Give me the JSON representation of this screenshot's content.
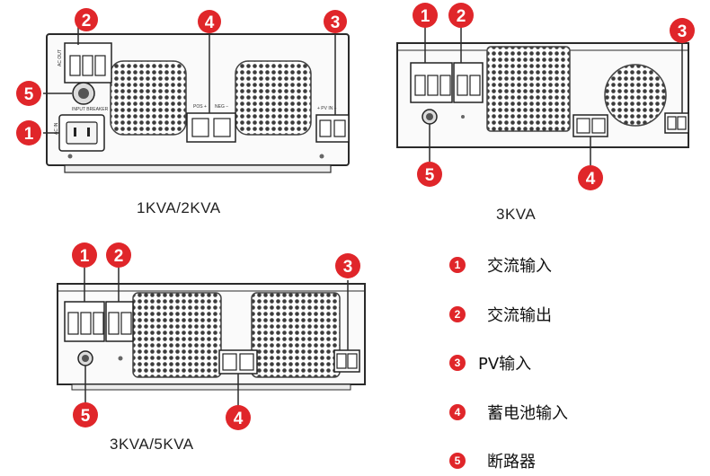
{
  "captions": {
    "panel_1": "1KVA/2KVA",
    "panel_2": "3KVA",
    "panel_3": "3KVA/5KVA"
  },
  "markers": [
    "1",
    "2",
    "3",
    "4",
    "5"
  ],
  "panel_1_text": {
    "ac_out": "AC OUT",
    "input_breaker": "INPUT BREAKER",
    "ac_in": "AC IN",
    "pos": "POS +",
    "neg": "NEG −",
    "pv_in": "+ PV IN −"
  },
  "legend": [
    {
      "num": "1",
      "label": "交流输入"
    },
    {
      "num": "2",
      "label": "交流输出"
    },
    {
      "num": "3",
      "label": "PV输入"
    },
    {
      "num": "4",
      "label": "蓄电池输入"
    },
    {
      "num": "5",
      "label": "断路器"
    }
  ],
  "colors": {
    "marker_red": "#e0262a",
    "line": "#2a2a2a",
    "fan_grille": "#444444"
  }
}
